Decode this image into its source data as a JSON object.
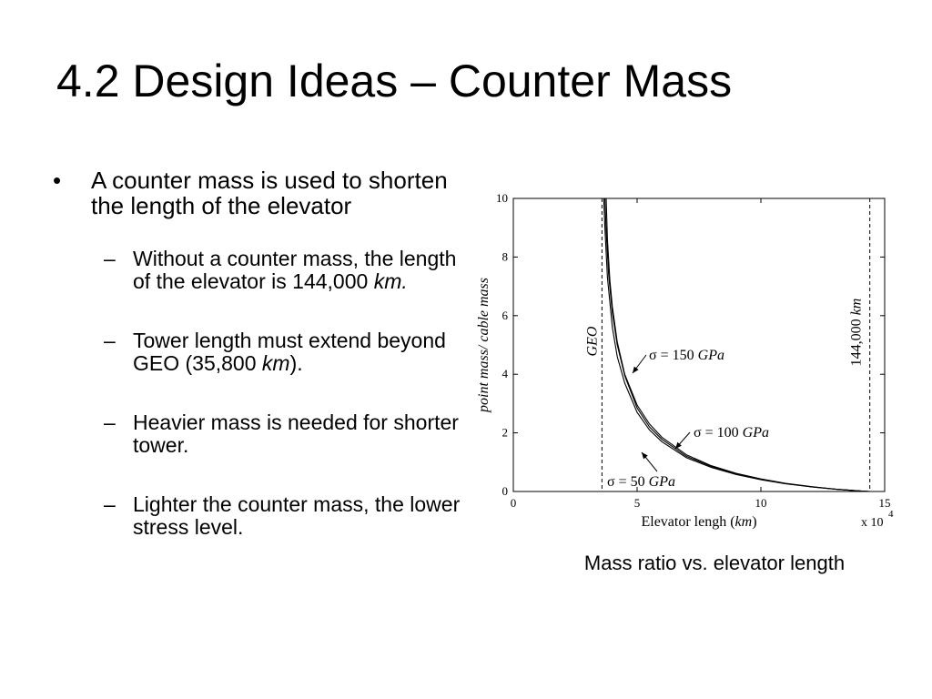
{
  "slide": {
    "title": "4.2 Design Ideas – Counter Mass",
    "bullet": {
      "marker": "•",
      "text": "A counter mass is used to shorten the length of the elevator"
    },
    "sub_bullets": [
      {
        "marker": "–",
        "text": "Without a counter mass, the length of the elevator is 144,000 ",
        "em": "km.",
        "after": ""
      },
      {
        "marker": "–",
        "text": "Tower length must extend beyond GEO (35,800 ",
        "em": "km",
        "after": ")."
      },
      {
        "marker": "–",
        "text": "Heavier mass is needed for shorter tower.",
        "em": "",
        "after": ""
      },
      {
        "marker": "–",
        "text": "Lighter the counter mass, the lower stress level.",
        "em": "",
        "after": ""
      }
    ],
    "caption": "Mass ratio vs. elevator length"
  },
  "chart_data": {
    "type": "line",
    "xlabel": "Elevator lengh (km)",
    "xlabel_parts": [
      "Elevator lengh (",
      "km",
      ")"
    ],
    "ylabel": "point mass/ cable mass",
    "x_multiplier": "x 10",
    "x_multiplier_exp": "4",
    "xlim": [
      0,
      15
    ],
    "ylim": [
      0,
      10
    ],
    "xticks": [
      0,
      5,
      10,
      15
    ],
    "yticks": [
      0,
      2,
      4,
      6,
      8,
      10
    ],
    "grid": false,
    "vlines": [
      {
        "x": 3.58,
        "label": "GEO",
        "style": "dashed"
      },
      {
        "x": 14.4,
        "label": "144,000 km",
        "label_parts": [
          "144,000 ",
          "km"
        ],
        "style": "dashed"
      }
    ],
    "series": [
      {
        "name": "σ = 50 GPa",
        "name_parts": [
          "σ = 50 ",
          "GPa"
        ],
        "x": [
          3.75,
          3.8,
          3.9,
          4.0,
          4.2,
          4.5,
          5.0,
          5.5,
          6.0,
          7.0,
          8.0,
          9.0,
          10.0,
          11.0,
          12.0,
          13.0,
          14.0,
          14.4
        ],
        "y": [
          10.0,
          8.6,
          7.2,
          6.3,
          5.1,
          4.0,
          2.95,
          2.3,
          1.85,
          1.25,
          0.88,
          0.62,
          0.43,
          0.28,
          0.17,
          0.08,
          0.02,
          0.0
        ]
      },
      {
        "name": "σ = 100 GPa",
        "name_parts": [
          "σ = 100 ",
          "GPa"
        ],
        "x": [
          3.7,
          3.75,
          3.85,
          4.0,
          4.2,
          4.5,
          5.0,
          5.5,
          6.0,
          7.0,
          8.0,
          9.0,
          10.0,
          11.0,
          12.0,
          13.0,
          14.0,
          14.4
        ],
        "y": [
          10.0,
          8.9,
          7.4,
          6.1,
          5.0,
          3.95,
          2.85,
          2.2,
          1.78,
          1.2,
          0.85,
          0.6,
          0.42,
          0.27,
          0.16,
          0.08,
          0.02,
          0.0
        ]
      },
      {
        "name": "σ = 150 GPa",
        "name_parts": [
          "σ = 150 ",
          "GPa"
        ],
        "x": [
          3.65,
          3.7,
          3.8,
          4.0,
          4.2,
          4.5,
          5.0,
          5.5,
          6.0,
          7.0,
          8.0,
          9.0,
          10.0,
          11.0,
          12.0,
          13.0,
          14.0,
          14.4
        ],
        "y": [
          10.0,
          9.0,
          7.3,
          5.6,
          4.6,
          3.7,
          2.7,
          2.1,
          1.7,
          1.15,
          0.82,
          0.58,
          0.4,
          0.26,
          0.16,
          0.08,
          0.02,
          0.0
        ]
      }
    ],
    "colors": {
      "line": "#000000",
      "background": "#ffffff"
    }
  }
}
